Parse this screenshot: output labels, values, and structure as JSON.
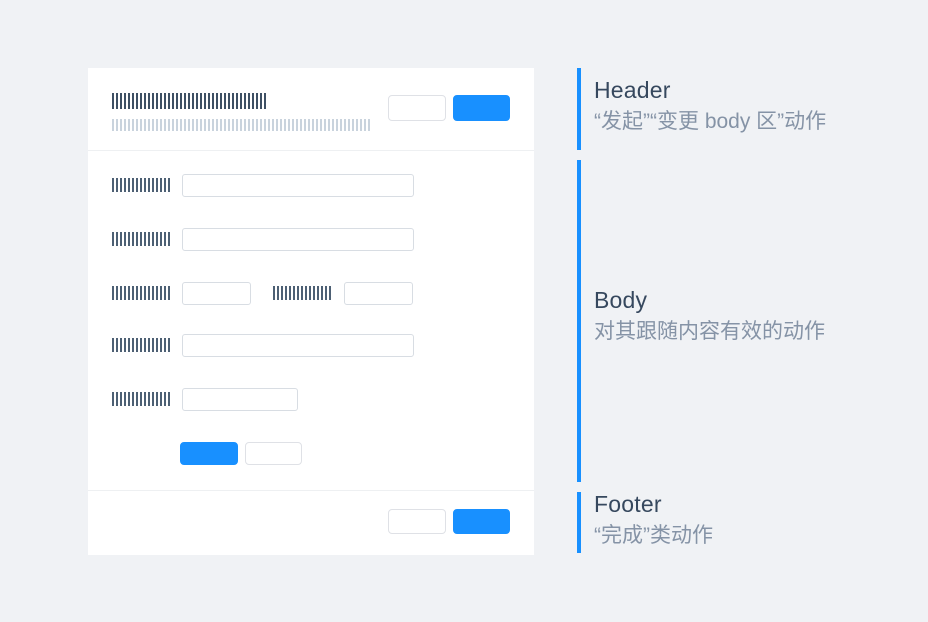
{
  "colors": {
    "accent": "#1890ff",
    "background": "#f0f2f5",
    "card": "#ffffff",
    "heading": "#36485e",
    "subtext": "#8593a6",
    "tick_dark": "#3e5064",
    "tick_medium": "#4d6074",
    "tick_light": "#c9d3dd",
    "input_border": "#d8dde3",
    "button_border": "#dfe1e6",
    "divider": "#eef0f2"
  },
  "annotations": {
    "header": {
      "title": "Header",
      "desc": "“发起”“变更 body 区”动作"
    },
    "body": {
      "title": "Body",
      "desc": "对其跟随内容有效的动作"
    },
    "footer": {
      "title": "Footer",
      "desc": "“完成”类动作"
    }
  }
}
